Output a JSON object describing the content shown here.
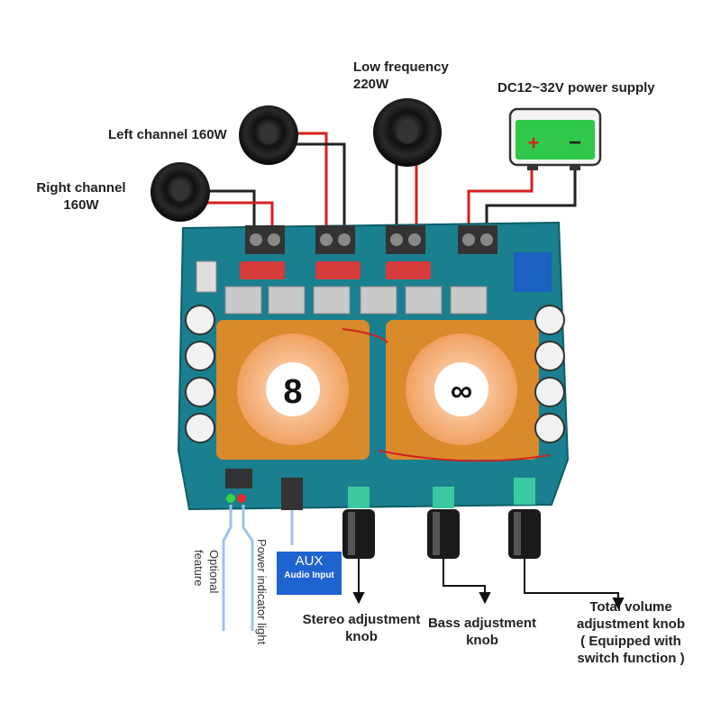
{
  "labels": {
    "right_channel_line1": "Right channel",
    "right_channel_line2": "160W",
    "left_channel": "Left channel 160W",
    "low_freq_line1": "Low frequency",
    "low_freq_line2": "220W",
    "power_supply": "DC12~32V power supply",
    "battery_plus": "+",
    "battery_minus": "−",
    "optional_line1": "Optional",
    "optional_line2": "feature",
    "power_indicator": "Power indicator light",
    "aux_title": "AUX",
    "aux_sub": "Audio Input",
    "stereo_line1": "Stereo adjustment",
    "stereo_line2": "knob",
    "bass_line1": "Bass adjustment",
    "bass_line2": "knob",
    "volume_line1": "Total volume",
    "volume_line2": "adjustment knob",
    "volume_line3": "( Equipped with",
    "volume_line4": "switch function )"
  },
  "colors": {
    "board": "#1a7f8e",
    "heatsink": "#d98a2b",
    "fan": "#f3b07a",
    "battery": "#2fc84a",
    "wire_red": "#d42020",
    "wire_black": "#222222",
    "aux_bg": "#1f63d0"
  }
}
